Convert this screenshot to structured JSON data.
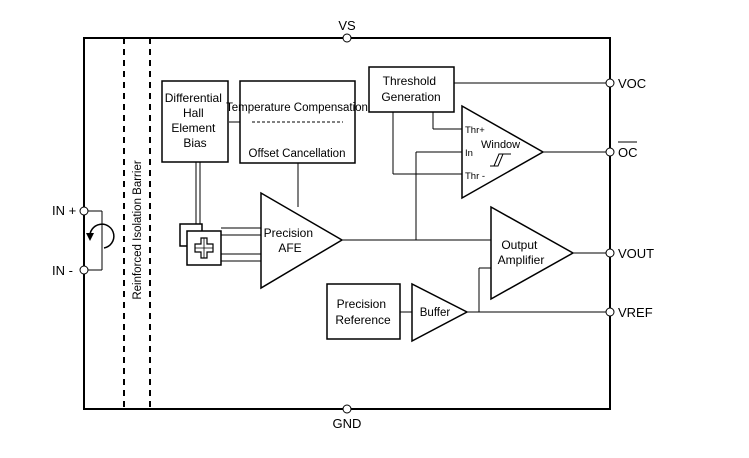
{
  "pins": {
    "vs": "VS",
    "gnd": "GND",
    "voc": "VOC",
    "oc": "OC",
    "vout": "VOUT",
    "vref": "VREF",
    "in_plus": "IN +",
    "in_minus": "IN -"
  },
  "barrier_label": "Reinforced Isolation Barrier",
  "blocks": {
    "hall_bias": [
      "Differential",
      "Hall",
      "Element",
      "Bias"
    ],
    "temp_comp": "Temperature Compensation",
    "offset_cancel": "Offset Cancellation",
    "threshold_gen": [
      "Threshold",
      "Generation"
    ],
    "precision_afe": [
      "Precision",
      "AFE"
    ],
    "output_amp": [
      "Output",
      "Amplifier"
    ],
    "precision_ref": [
      "Precision",
      "Reference"
    ],
    "buffer": "Buffer"
  },
  "comparator": {
    "thr_plus": "Thr+",
    "in": "In",
    "thr_minus": "Thr -",
    "label": "Window"
  }
}
